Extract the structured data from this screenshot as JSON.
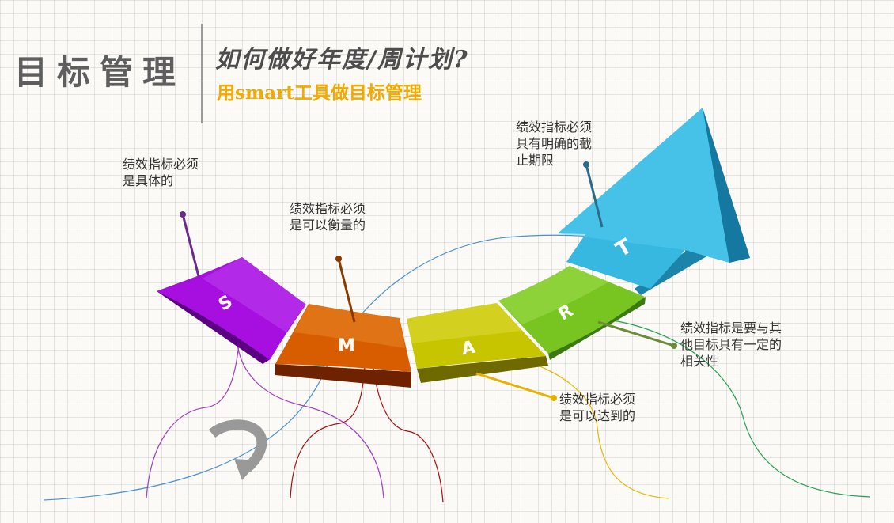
{
  "header": {
    "title": "目标管理",
    "subtitle": "如何做好年度/周计划?",
    "tagline": "用smart工具做目标管理"
  },
  "blocks": [
    {
      "letter": "S",
      "color": "#a400e6"
    },
    {
      "letter": "M",
      "color": "#d86400"
    },
    {
      "letter": "A",
      "color": "#c8c400"
    },
    {
      "letter": "R",
      "color": "#76c21e"
    },
    {
      "letter": "T",
      "color": "#35b4dc"
    }
  ],
  "notes": [
    {
      "id": "s",
      "lines": [
        "绩效指标必须",
        "是具体的"
      ]
    },
    {
      "id": "m",
      "lines": [
        "绩效指标必须",
        "是可以衡量的"
      ]
    },
    {
      "id": "t",
      "lines": [
        "绩效指标必须",
        "具有明确的截",
        "止期限"
      ]
    },
    {
      "id": "r",
      "lines": [
        "绩效指标是要与其",
        "他目标具有一定的",
        "相关性"
      ]
    },
    {
      "id": "a",
      "lines": [
        "绩效指标必须",
        "是可以达到的"
      ]
    }
  ]
}
